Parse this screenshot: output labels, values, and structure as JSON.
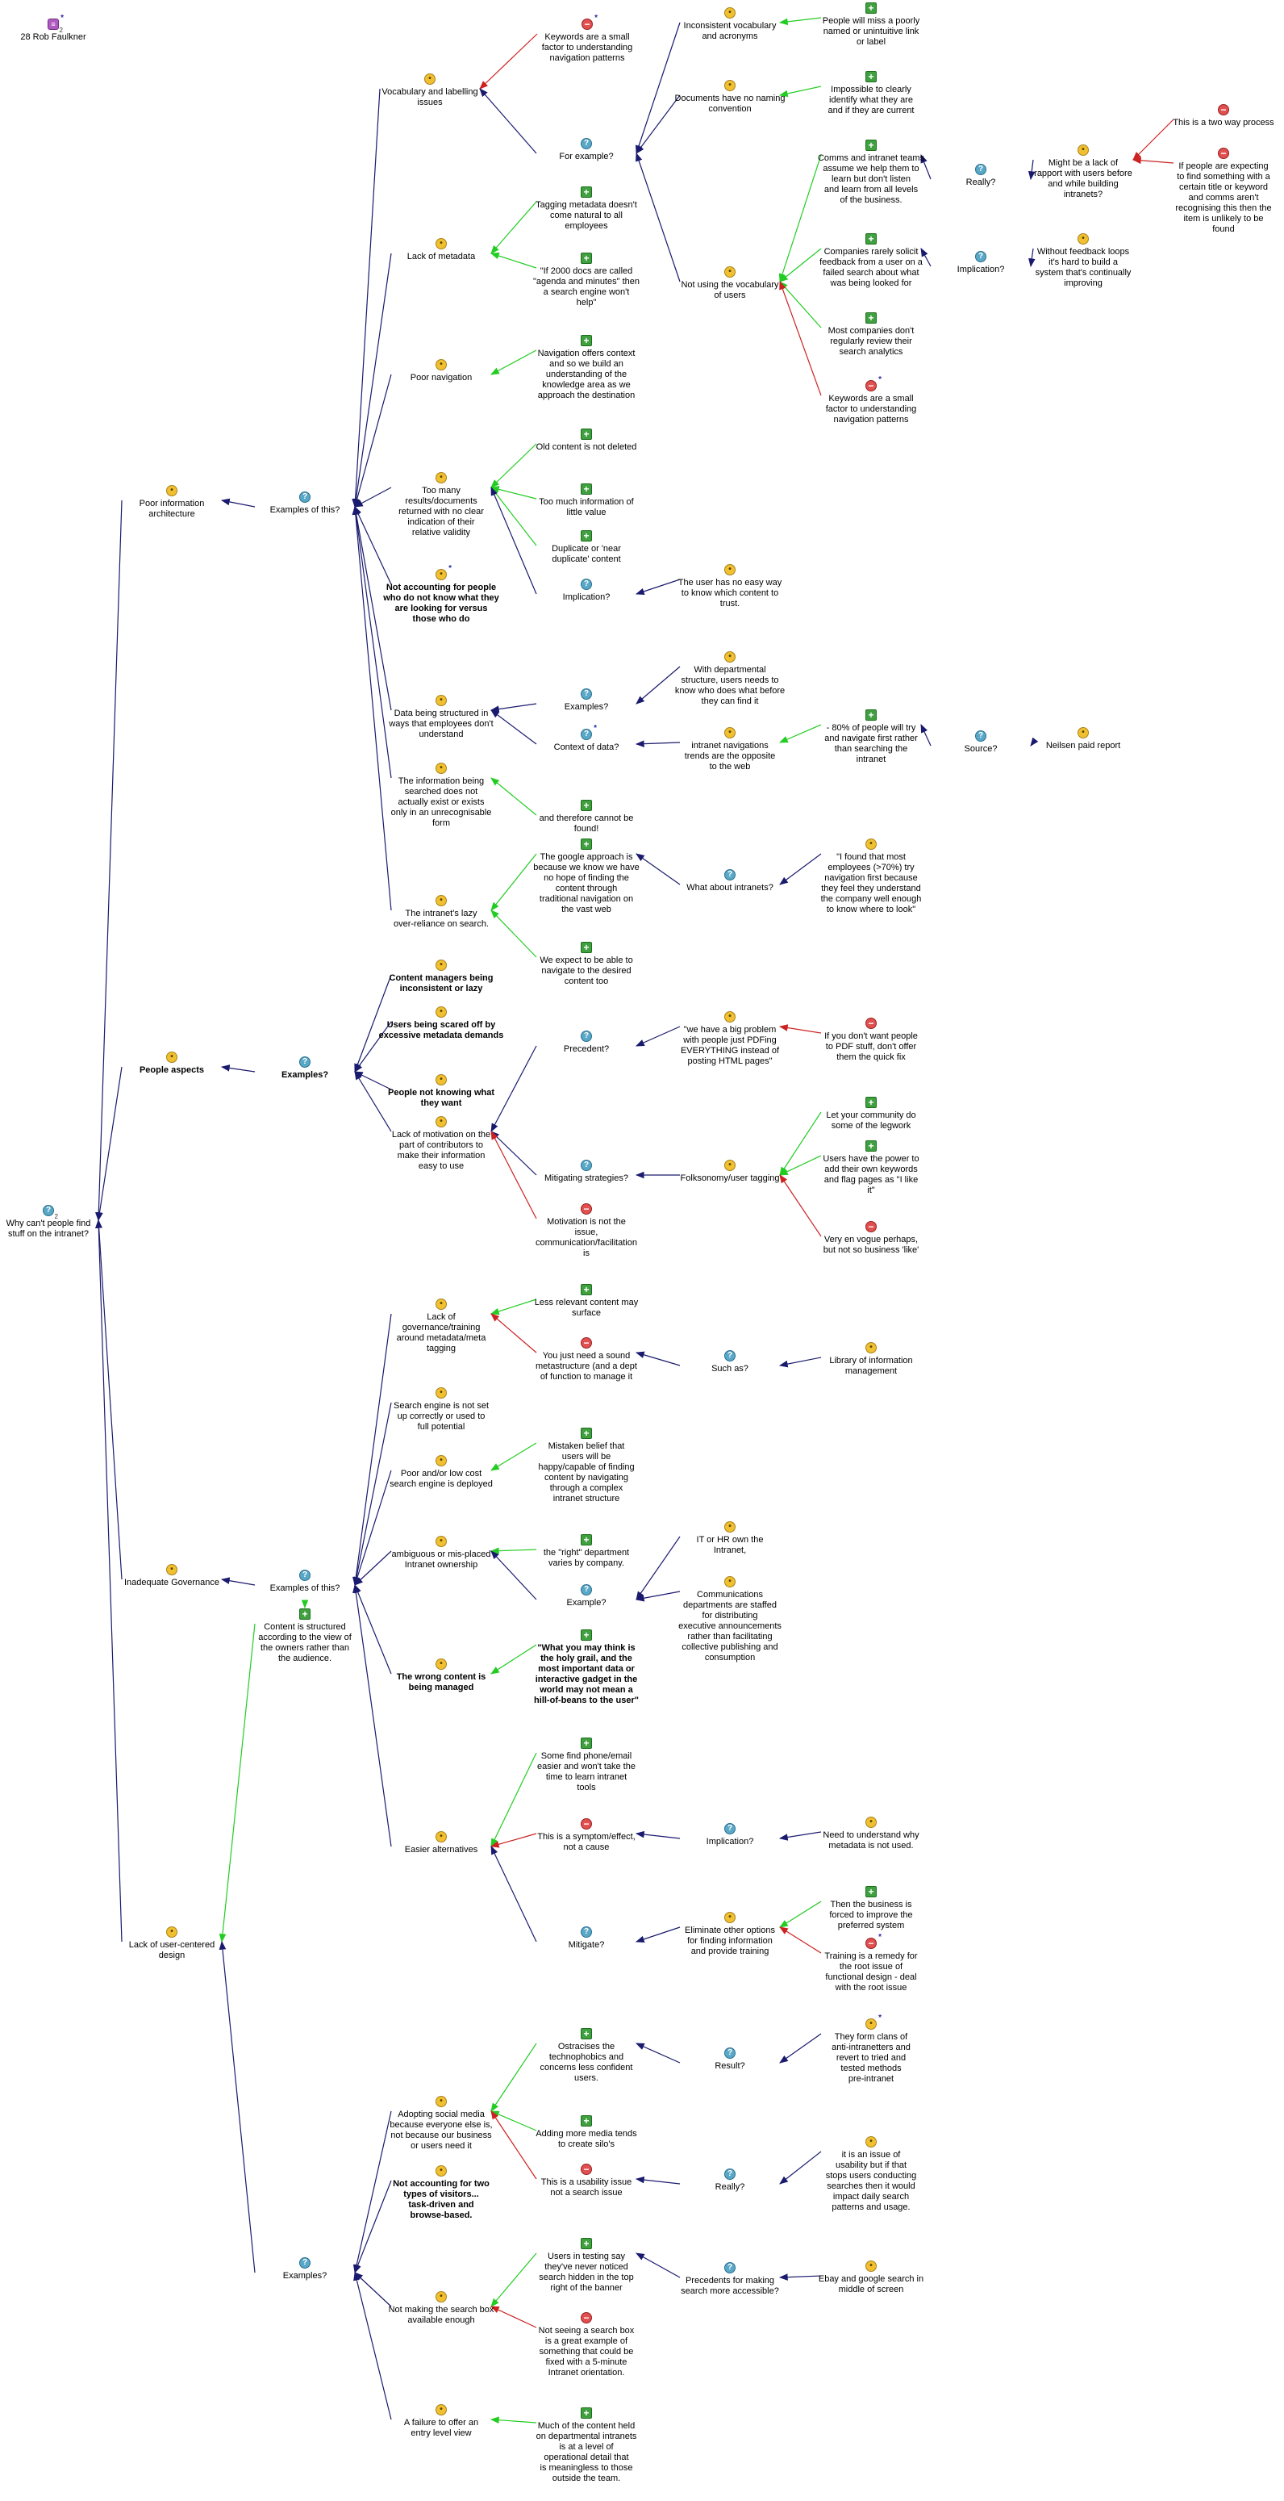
{
  "colors": {
    "arrow_support": "#22cc22",
    "arrow_oppose": "#cc2222",
    "arrow_question": "#1a1a6e"
  },
  "icons": {
    "q": "question-icon",
    "i": "idea-icon",
    "p": "pro-icon",
    "c": "con-icon",
    "m": "map-icon"
  },
  "nodes": [
    {
      "id": "author",
      "t": "m",
      "label": "28 Rob Faulkner",
      "star": true,
      "sub": "2"
    },
    {
      "id": "root",
      "t": "q",
      "label": "Why can't people find\nstuff on the intranet?",
      "sub": "2"
    },
    {
      "id": "pia",
      "t": "i",
      "label": "Poor information\narchitecture"
    },
    {
      "id": "peo",
      "t": "i",
      "label": "People aspects",
      "bold": true
    },
    {
      "id": "gov",
      "t": "i",
      "label": "Inadequate Governance"
    },
    {
      "id": "ucd",
      "t": "i",
      "label": "Lack of user-centered\ndesign"
    },
    {
      "id": "ex1",
      "t": "q",
      "label": "Examples of this?"
    },
    {
      "id": "vocab",
      "t": "i",
      "label": "Vocabulary and labelling\nissues"
    },
    {
      "id": "kw1",
      "t": "c",
      "label": "Keywords are a small\nfactor to understanding\nnavigation patterns",
      "star": true
    },
    {
      "id": "forex",
      "t": "q",
      "label": "For example?"
    },
    {
      "id": "incon",
      "t": "i",
      "label": "Inconsistent vocabulary\nand acronyms"
    },
    {
      "id": "poorly",
      "t": "p",
      "label": "People will miss a poorly\nnamed or unintuitive link\nor label"
    },
    {
      "id": "docnc",
      "t": "i",
      "label": "Documents have no naming\nconvention"
    },
    {
      "id": "imposs",
      "t": "p",
      "label": "Impossible to clearly\nidentify what they are\nand if they are current"
    },
    {
      "id": "notvoc",
      "t": "i",
      "label": "Not using the vocabulary\nof users"
    },
    {
      "id": "comms",
      "t": "p",
      "label": "Comms and intranet teams\nassume we help them to\nlearn but don't listen\nand learn from all levels\nof the business."
    },
    {
      "id": "really1",
      "t": "q",
      "label": "Really?"
    },
    {
      "id": "rapport",
      "t": "i",
      "label": "Might be a lack of\nrapport with users before\nand while building\nintranets?"
    },
    {
      "id": "twoway",
      "t": "c",
      "label": "This is a two way process"
    },
    {
      "id": "ifpeople",
      "t": "c",
      "label": "If people are expecting\nto find something with a\ncertain title or keyword\nand comms aren't\nrecognising this then the\nitem is unlikely to be\nfound"
    },
    {
      "id": "rarely",
      "t": "p",
      "label": "Companies rarely solicit\nfeedback from a user on a\nfailed search about what\nwas being looked for"
    },
    {
      "id": "impl1",
      "t": "q",
      "label": "Implication?"
    },
    {
      "id": "feedback",
      "t": "i",
      "label": "Without feedback loops\nit's hard to build a\nsystem that's continually\nimproving"
    },
    {
      "id": "mostco",
      "t": "p",
      "label": "Most companies don't\nregularly review their\nsearch analytics"
    },
    {
      "id": "kw2",
      "t": "c",
      "label": "Keywords are a small\nfactor to understanding\nnavigation patterns",
      "star": true
    },
    {
      "id": "lackmeta",
      "t": "i",
      "label": "Lack of metadata"
    },
    {
      "id": "tagging",
      "t": "p",
      "label": "Tagging metadata doesn't\ncome natural to all\nemployees"
    },
    {
      "id": "agenda",
      "t": "p",
      "label": "\"If 2000 docs are called\n\"agenda and minutes\" then\na search engine won't\nhelp\""
    },
    {
      "id": "poornav",
      "t": "i",
      "label": "Poor navigation"
    },
    {
      "id": "navoff",
      "t": "p",
      "label": "Navigation offers context\nand so we build an\nunderstanding of the\nknowledge area as we\napproach the destination"
    },
    {
      "id": "toomany",
      "t": "i",
      "label": "Too many\nresults/documents\nreturned with no clear\nindication of their\nrelative validity"
    },
    {
      "id": "oldc",
      "t": "p",
      "label": "Old content is not deleted"
    },
    {
      "id": "toomuch",
      "t": "p",
      "label": "Too much information of\nlittle value"
    },
    {
      "id": "dup",
      "t": "p",
      "label": "Duplicate or 'near\nduplicate' content"
    },
    {
      "id": "impl2",
      "t": "q",
      "label": "Implication?"
    },
    {
      "id": "noeasy",
      "t": "i",
      "label": "The user has no easy way\nto know which content to\ntrust."
    },
    {
      "id": "notacc",
      "t": "i",
      "label": "Not accounting for people\nwho do not know what they\nare looking for versus\nthose who do",
      "bold": true,
      "star": true
    },
    {
      "id": "datastr",
      "t": "i",
      "label": "Data being structured in\nways that employees don't\nunderstand"
    },
    {
      "id": "exq",
      "t": "q",
      "label": "Examples?"
    },
    {
      "id": "deptstr",
      "t": "i",
      "label": "With departmental\nstructure, users needs to\nknow who does what before\nthey can find it"
    },
    {
      "id": "ctxdata",
      "t": "q",
      "label": "Context of data?",
      "star": true
    },
    {
      "id": "intnav",
      "t": "i",
      "label": "intranet navigations\ntrends are the opposite\nto the web"
    },
    {
      "id": "eighty",
      "t": "p",
      "label": "- 80% of people will try\nand navigate first rather\nthan searching the\nintranet"
    },
    {
      "id": "source",
      "t": "q",
      "label": "Source?"
    },
    {
      "id": "neilsen",
      "t": "i",
      "label": "Neilsen paid report"
    },
    {
      "id": "infobeing",
      "t": "i",
      "label": "The information being\nsearched does not\nactually exist or exists\nonly in an unrecognisable\nform"
    },
    {
      "id": "cannot",
      "t": "p",
      "label": "and therefore cannot be\nfound!"
    },
    {
      "id": "lazy",
      "t": "i",
      "label": "The intranet's lazy\nover-reliance on search."
    },
    {
      "id": "google",
      "t": "p",
      "label": "The google approach is\nbecause we know we have\nno hope of finding the\ncontent through\ntraditional navigation on\nthe vast web"
    },
    {
      "id": "whatint",
      "t": "q",
      "label": "What about intranets?"
    },
    {
      "id": "ifound",
      "t": "i",
      "label": "\"I found that most\nemployees (>70%) try\nnavigation first because\nthey feel they understand\nthe company well enough\nto know where to look\""
    },
    {
      "id": "weexp",
      "t": "p",
      "label": "We expect to be able to\nnavigate to the desired\ncontent too"
    },
    {
      "id": "ex2",
      "t": "q",
      "label": "Examples?",
      "bold": true
    },
    {
      "id": "cmincon",
      "t": "i",
      "label": "Content managers being\ninconsistent or lazy",
      "bold": true
    },
    {
      "id": "scared",
      "t": "i",
      "label": "Users being scared off by\nexcessive metadata demands",
      "bold": true
    },
    {
      "id": "notknow",
      "t": "i",
      "label": "People not knowing what\nthey want",
      "bold": true
    },
    {
      "id": "lackmot",
      "t": "i",
      "label": "Lack of motivation on the\npart of contributors to\nmake their information\neasy to use"
    },
    {
      "id": "preced",
      "t": "q",
      "label": "Precedent?"
    },
    {
      "id": "pdf",
      "t": "i",
      "label": "\"we have a big problem\nwith people just PDFing\nEVERYTHING instead of\nposting HTML pages\""
    },
    {
      "id": "dontwant",
      "t": "c",
      "label": "If you don't want people\nto PDF stuff, don't offer\nthem the quick fix"
    },
    {
      "id": "mitig",
      "t": "q",
      "label": "Mitigating strategies?"
    },
    {
      "id": "folks",
      "t": "i",
      "label": "Folksonomy/user tagging"
    },
    {
      "id": "letcom",
      "t": "p",
      "label": "Let your community do\nsome of the legwork"
    },
    {
      "id": "usershave",
      "t": "p",
      "label": "Users have the power to\nadd their own keywords\nand flag pages as \"I like\nit\""
    },
    {
      "id": "envogue",
      "t": "c",
      "label": "Very en vogue perhaps,\nbut not so business 'like'"
    },
    {
      "id": "motnot",
      "t": "c",
      "label": "Motivation is not the\nissue,\ncommunication/facilitation\nis"
    },
    {
      "id": "ex3",
      "t": "q",
      "label": "Examples of this?"
    },
    {
      "id": "lackgov",
      "t": "i",
      "label": "Lack of\ngovernance/training\naround metadata/meta\ntagging"
    },
    {
      "id": "lessrel",
      "t": "p",
      "label": "Less relevant content may\nsurface"
    },
    {
      "id": "youjust",
      "t": "c",
      "label": "You just need a sound\nmetastructure (and a dept\nof function to manage it"
    },
    {
      "id": "suchas",
      "t": "q",
      "label": "Such as?"
    },
    {
      "id": "library",
      "t": "i",
      "label": "Library of information\nmanagement"
    },
    {
      "id": "senot",
      "t": "i",
      "label": "Search engine is not set\nup correctly or used to\nfull potential"
    },
    {
      "id": "poorse",
      "t": "i",
      "label": "Poor and/or low cost\nsearch engine is deployed"
    },
    {
      "id": "mistaken",
      "t": "p",
      "label": "Mistaken belief that\nusers will be\nhappy/capable of finding\ncontent by navigating\nthrough a complex\nintranet structure"
    },
    {
      "id": "ambig",
      "t": "i",
      "label": "ambiguous or mis-placed\nIntranet ownership"
    },
    {
      "id": "right",
      "t": "p",
      "label": "the \"right\" department\nvaries by company."
    },
    {
      "id": "exq2",
      "t": "q",
      "label": "Example?"
    },
    {
      "id": "ithr",
      "t": "i",
      "label": "IT or HR own the\nIntranet,"
    },
    {
      "id": "commdep",
      "t": "i",
      "label": "Communications\ndepartments are staffed\nfor distributing\nexecutive announcements\nrather than facilitating\ncollective publishing and\nconsumption"
    },
    {
      "id": "cstruct",
      "t": "p",
      "label": "Content is structured\naccording to the view of\nthe owners rather than\nthe audience."
    },
    {
      "id": "wrongc",
      "t": "i",
      "label": "The wrong content is\nbeing managed",
      "bold": true
    },
    {
      "id": "holygrail",
      "t": "p",
      "label": "\"What you may think is\nthe holy grail, and the\nmost important data or\ninteractive gadget in the\nworld may not mean a\nhill-of-beans to the user\"",
      "bold": true
    },
    {
      "id": "easyalt",
      "t": "i",
      "label": "Easier alternatives"
    },
    {
      "id": "somefind",
      "t": "p",
      "label": "Some find phone/email\neasier and won't take the\ntime to learn intranet\ntools"
    },
    {
      "id": "symptom",
      "t": "c",
      "label": "This is a symptom/effect,\nnot a cause"
    },
    {
      "id": "impl3",
      "t": "q",
      "label": "Implication?"
    },
    {
      "id": "needund",
      "t": "i",
      "label": "Need to understand why\nmetadata is not used."
    },
    {
      "id": "mitq",
      "t": "q",
      "label": "Mitigate?"
    },
    {
      "id": "elim",
      "t": "i",
      "label": "Eliminate other options\nfor finding information\nand provide training"
    },
    {
      "id": "thenbiz",
      "t": "p",
      "label": "Then the business is\nforced to improve the\npreferred system"
    },
    {
      "id": "training",
      "t": "c",
      "label": "Training is a remedy for\nthe root issue of\nfunctional design - deal\nwith the root issue",
      "star": true
    },
    {
      "id": "ex4",
      "t": "q",
      "label": "Examples?"
    },
    {
      "id": "adopt",
      "t": "i",
      "label": "Adopting social media\nbecause everyone else is,\nnot because our business\nor users need it"
    },
    {
      "id": "ostr",
      "t": "p",
      "label": "Ostracises the\ntechnophobics and\nconcerns less confident\nusers."
    },
    {
      "id": "result",
      "t": "q",
      "label": "Result?"
    },
    {
      "id": "clans",
      "t": "i",
      "label": "They form clans of\nanti-intranetters and\nrevert to tried and\ntested methods\npre-intranet",
      "star": true
    },
    {
      "id": "addmore",
      "t": "p",
      "label": "Adding more media tends\nto create silo's"
    },
    {
      "id": "usab",
      "t": "c",
      "label": "This is a usability issue\nnot a search issue"
    },
    {
      "id": "really2",
      "t": "q",
      "label": "Really?"
    },
    {
      "id": "itisan",
      "t": "i",
      "label": "it is an issue of\nusability but if that\nstops users conducting\nsearches then it would\nimpact daily search\npatterns and usage."
    },
    {
      "id": "twotypes",
      "t": "i",
      "label": "Not accounting for two\ntypes of visitors...\ntask-driven and\nbrowse-based.",
      "bold": true
    },
    {
      "id": "notmaking",
      "t": "i",
      "label": "Not making the search box\navailable enough"
    },
    {
      "id": "usersin",
      "t": "p",
      "label": "Users in testing say\nthey've never noticed\nsearch hidden in the top\nright of the banner"
    },
    {
      "id": "preced2",
      "t": "q",
      "label": "Precedents for making\nsearch more accessible?"
    },
    {
      "id": "ebay",
      "t": "i",
      "label": "Ebay and google search in\nmiddle of screen"
    },
    {
      "id": "notseeing",
      "t": "c",
      "label": "Not seeing a search box\nis a great example of\nsomething that could be\nfixed with a 5-minute\nIntranet orientation."
    },
    {
      "id": "failure",
      "t": "i",
      "label": "A failure to offer an\nentry level view"
    },
    {
      "id": "muchof",
      "t": "p",
      "label": "Much of the content held\non departmental intranets\nis at a level of\noperational detail that\nis meaningless to those\noutside the team."
    }
  ],
  "links": [
    [
      "pia",
      "root",
      "q"
    ],
    [
      "peo",
      "root",
      "q"
    ],
    [
      "gov",
      "root",
      "q"
    ],
    [
      "ucd",
      "root",
      "q"
    ],
    [
      "ex1",
      "pia",
      "q"
    ],
    [
      "vocab",
      "ex1",
      "q"
    ],
    [
      "lackmeta",
      "ex1",
      "q"
    ],
    [
      "poornav",
      "ex1",
      "q"
    ],
    [
      "toomany",
      "ex1",
      "q"
    ],
    [
      "notacc",
      "ex1",
      "q"
    ],
    [
      "datastr",
      "ex1",
      "q"
    ],
    [
      "infobeing",
      "ex1",
      "q"
    ],
    [
      "lazy",
      "ex1",
      "q"
    ],
    [
      "kw1",
      "vocab",
      "c"
    ],
    [
      "forex",
      "vocab",
      "q"
    ],
    [
      "incon",
      "forex",
      "q"
    ],
    [
      "docnc",
      "forex",
      "q"
    ],
    [
      "notvoc",
      "forex",
      "q"
    ],
    [
      "poorly",
      "incon",
      "s"
    ],
    [
      "imposs",
      "docnc",
      "s"
    ],
    [
      "comms",
      "notvoc",
      "s"
    ],
    [
      "rarely",
      "notvoc",
      "s"
    ],
    [
      "mostco",
      "notvoc",
      "s"
    ],
    [
      "kw2",
      "notvoc",
      "c"
    ],
    [
      "really1",
      "comms",
      "q"
    ],
    [
      "rapport",
      "really1",
      "q"
    ],
    [
      "twoway",
      "rapport",
      "c"
    ],
    [
      "ifpeople",
      "rapport",
      "c"
    ],
    [
      "impl1",
      "rarely",
      "q"
    ],
    [
      "feedback",
      "impl1",
      "q"
    ],
    [
      "tagging",
      "lackmeta",
      "s"
    ],
    [
      "agenda",
      "lackmeta",
      "s"
    ],
    [
      "navoff",
      "poornav",
      "s"
    ],
    [
      "oldc",
      "toomany",
      "s"
    ],
    [
      "toomuch",
      "toomany",
      "s"
    ],
    [
      "dup",
      "toomany",
      "s"
    ],
    [
      "impl2",
      "toomany",
      "q"
    ],
    [
      "noeasy",
      "impl2",
      "q"
    ],
    [
      "exq",
      "datastr",
      "q"
    ],
    [
      "ctxdata",
      "datastr",
      "q"
    ],
    [
      "deptstr",
      "exq",
      "q"
    ],
    [
      "intnav",
      "ctxdata",
      "q"
    ],
    [
      "eighty",
      "intnav",
      "s"
    ],
    [
      "source",
      "eighty",
      "q"
    ],
    [
      "neilsen",
      "source",
      "q"
    ],
    [
      "cannot",
      "infobeing",
      "s"
    ],
    [
      "google",
      "lazy",
      "s"
    ],
    [
      "weexp",
      "lazy",
      "s"
    ],
    [
      "whatint",
      "google",
      "q"
    ],
    [
      "ifound",
      "whatint",
      "q"
    ],
    [
      "ex2",
      "peo",
      "q"
    ],
    [
      "cmincon",
      "ex2",
      "q"
    ],
    [
      "scared",
      "ex2",
      "q"
    ],
    [
      "notknow",
      "ex2",
      "q"
    ],
    [
      "lackmot",
      "ex2",
      "q"
    ],
    [
      "preced",
      "lackmot",
      "q"
    ],
    [
      "pdf",
      "preced",
      "q"
    ],
    [
      "dontwant",
      "pdf",
      "c"
    ],
    [
      "mitig",
      "lackmot",
      "q"
    ],
    [
      "folks",
      "mitig",
      "q"
    ],
    [
      "letcom",
      "folks",
      "s"
    ],
    [
      "usershave",
      "folks",
      "s"
    ],
    [
      "envogue",
      "folks",
      "c"
    ],
    [
      "motnot",
      "lackmot",
      "c"
    ],
    [
      "ex3",
      "gov",
      "q"
    ],
    [
      "lackgov",
      "ex3",
      "q"
    ],
    [
      "senot",
      "ex3",
      "q"
    ],
    [
      "poorse",
      "ex3",
      "q"
    ],
    [
      "ambig",
      "ex3",
      "q"
    ],
    [
      "wrongc",
      "ex3",
      "q"
    ],
    [
      "easyalt",
      "ex3",
      "q"
    ],
    [
      "lessrel",
      "lackgov",
      "s"
    ],
    [
      "youjust",
      "lackgov",
      "c"
    ],
    [
      "suchas",
      "youjust",
      "q"
    ],
    [
      "library",
      "suchas",
      "q"
    ],
    [
      "mistaken",
      "poorse",
      "s"
    ],
    [
      "right",
      "ambig",
      "s"
    ],
    [
      "exq2",
      "ambig",
      "q"
    ],
    [
      "ithr",
      "exq2",
      "q"
    ],
    [
      "commdep",
      "exq2",
      "q"
    ],
    [
      "cstruct",
      "ex3",
      "s"
    ],
    [
      "cstruct",
      "ucd",
      "s"
    ],
    [
      "holygrail",
      "wrongc",
      "s"
    ],
    [
      "somefind",
      "easyalt",
      "s"
    ],
    [
      "symptom",
      "easyalt",
      "c"
    ],
    [
      "impl3",
      "symptom",
      "q"
    ],
    [
      "needund",
      "impl3",
      "q"
    ],
    [
      "mitq",
      "easyalt",
      "q"
    ],
    [
      "elim",
      "mitq",
      "q"
    ],
    [
      "thenbiz",
      "elim",
      "s"
    ],
    [
      "training",
      "elim",
      "c"
    ],
    [
      "ex4",
      "ucd",
      "q"
    ],
    [
      "adopt",
      "ex4",
      "q"
    ],
    [
      "twotypes",
      "ex4",
      "q"
    ],
    [
      "notmaking",
      "ex4",
      "q"
    ],
    [
      "failure",
      "ex4",
      "q"
    ],
    [
      "ostr",
      "adopt",
      "s"
    ],
    [
      "result",
      "ostr",
      "q"
    ],
    [
      "clans",
      "result",
      "q"
    ],
    [
      "addmore",
      "adopt",
      "s"
    ],
    [
      "usab",
      "adopt",
      "c"
    ],
    [
      "really2",
      "usab",
      "q"
    ],
    [
      "itisan",
      "really2",
      "q"
    ],
    [
      "usersin",
      "notmaking",
      "s"
    ],
    [
      "preced2",
      "usersin",
      "q"
    ],
    [
      "ebay",
      "preced2",
      "q"
    ],
    [
      "notseeing",
      "notmaking",
      "c"
    ],
    [
      "muchof",
      "failure",
      "s"
    ]
  ]
}
